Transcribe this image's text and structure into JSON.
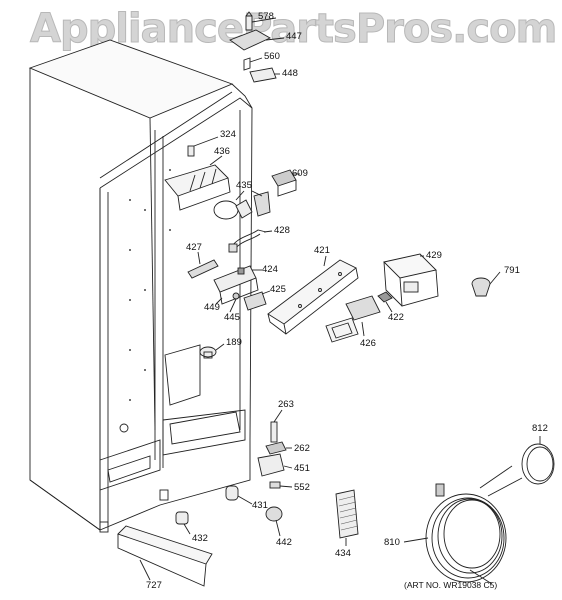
{
  "watermark": "AppliancePartsPros.com",
  "art_number": "(ART NO. WR19038 C5)",
  "parts": [
    {
      "id": "p578",
      "label": "578"
    },
    {
      "id": "p447",
      "label": "447"
    },
    {
      "id": "p560",
      "label": "560"
    },
    {
      "id": "p448",
      "label": "448"
    },
    {
      "id": "p324",
      "label": "324"
    },
    {
      "id": "p436",
      "label": "436"
    },
    {
      "id": "p609",
      "label": "609"
    },
    {
      "id": "p435",
      "label": "435"
    },
    {
      "id": "p428",
      "label": "428"
    },
    {
      "id": "p427",
      "label": "427"
    },
    {
      "id": "p424",
      "label": "424"
    },
    {
      "id": "p425",
      "label": "425"
    },
    {
      "id": "p449",
      "label": "449"
    },
    {
      "id": "p445",
      "label": "445"
    },
    {
      "id": "p421",
      "label": "421"
    },
    {
      "id": "p429",
      "label": "429"
    },
    {
      "id": "p791",
      "label": "791"
    },
    {
      "id": "p422",
      "label": "422"
    },
    {
      "id": "p426",
      "label": "426"
    },
    {
      "id": "p189",
      "label": "189"
    },
    {
      "id": "p263",
      "label": "263"
    },
    {
      "id": "p262",
      "label": "262"
    },
    {
      "id": "p451",
      "label": "451"
    },
    {
      "id": "p552",
      "label": "552"
    },
    {
      "id": "p431",
      "label": "431"
    },
    {
      "id": "p432",
      "label": "432"
    },
    {
      "id": "p442",
      "label": "442"
    },
    {
      "id": "p434",
      "label": "434"
    },
    {
      "id": "p812",
      "label": "812"
    },
    {
      "id": "p810",
      "label": "810"
    },
    {
      "id": "p727",
      "label": "727"
    }
  ]
}
